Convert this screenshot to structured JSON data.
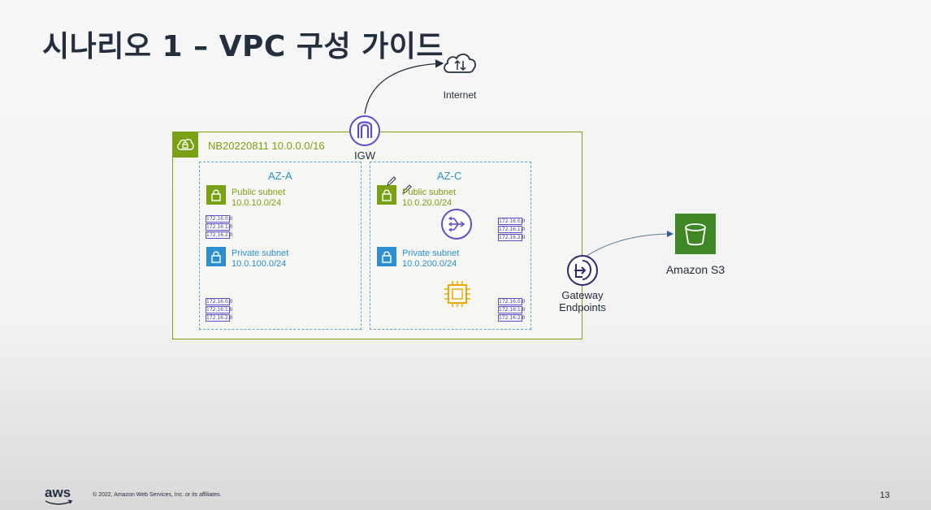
{
  "title": "시나리오 1 – VPC 구성 가이드",
  "internet_label": "Internet",
  "igw_label": "IGW",
  "vpc_label": "NB20220811 10.0.0.0/16",
  "az_a": {
    "label": "AZ-A",
    "public_subnet": {
      "name": "Public subnet",
      "cidr": "10.0.10.0/24"
    },
    "private_subnet": {
      "name": "Private subnet",
      "cidr": "10.0.100.0/24"
    }
  },
  "az_c": {
    "label": "AZ-C",
    "public_subnet": {
      "name": "Public subnet",
      "cidr": "10.0.20.0/24"
    },
    "private_subnet": {
      "name": "Private subnet",
      "cidr": "10.0.200.0/24"
    }
  },
  "route_entries": [
    "172.16.0.0",
    "172.16.1.0",
    "172.16.2.0"
  ],
  "gateway_label_1": "Gateway",
  "gateway_label_2": "Endpoints",
  "s3_label": "Amazon S3",
  "footer": "© 2022, Amazon Web Services, Inc. or its affiliates.",
  "page_number": "13",
  "aws_logo_text": "aws",
  "colors": {
    "vpc": "#7aa116",
    "az": "#2d8fd0",
    "endpoint": "#5a4fcf",
    "ec2": "#f2a700",
    "s3": "#3f8624"
  }
}
